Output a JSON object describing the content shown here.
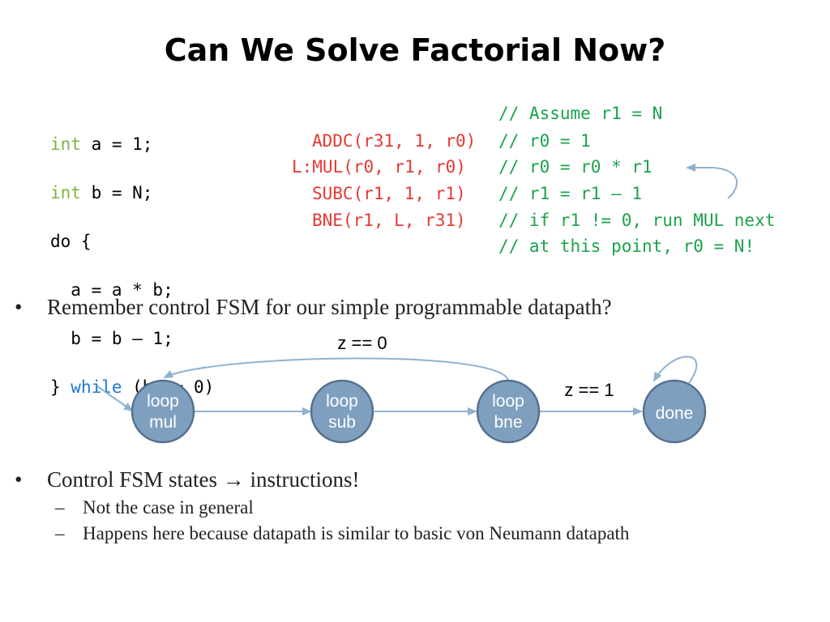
{
  "title": "Can We Solve Factorial Now?",
  "c_code": {
    "line1_kw": "int",
    "line1_rest": " a = 1;",
    "line2_kw": "int",
    "line2_rest": " b = N;",
    "line3": "do {",
    "line4": "  a = a * b;",
    "line5": "  b = b – 1;",
    "line6_a": "} ",
    "line6_kw": "while",
    "line6_b": " (b != 0)"
  },
  "assembly": [
    "ADDC(r31, 1, r0)",
    "L:MUL(r0, r1, r0)",
    "SUBC(r1, 1, r1)",
    "BNE(r1, L, r31)"
  ],
  "comments": [
    "// Assume r1 = N",
    "// r0 = 1",
    "// r0 = r0 * r1",
    "// r1 = r1 – 1",
    "// if r1 != 0, run MUL next",
    "// at this point, r0 = N!"
  ],
  "bullets": [
    "Remember control FSM for our simple programmable datapath?",
    "Control FSM states → instructions!"
  ],
  "sub_bullets": [
    "Not the case in general",
    "Happens here because datapath is similar to basic von Neumann datapath"
  ],
  "fsm": {
    "states": [
      {
        "line1": "loop",
        "line2": "mul"
      },
      {
        "line1": "loop",
        "line2": "sub"
      },
      {
        "line1": "loop",
        "line2": "bne"
      },
      {
        "line1": "done",
        "line2": ""
      }
    ],
    "edge_labels": {
      "back": "z == 0",
      "forward": "z == 1"
    }
  },
  "colors": {
    "state_fill": "#7f9fbf",
    "state_stroke": "#56708f",
    "arrow": "#8fb1cf",
    "asm": "#e53935",
    "comment": "#1aa34a",
    "keyword_type": "#7cb342",
    "keyword_loop": "#1e7ad6"
  }
}
